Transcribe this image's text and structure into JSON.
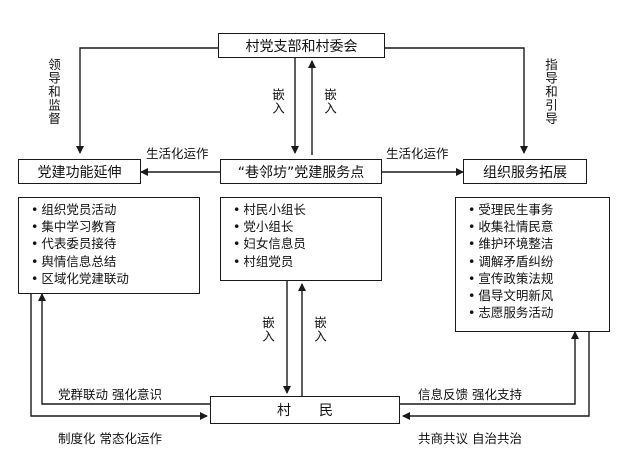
{
  "boxes": {
    "top": "村党支部和村委会",
    "left_title": "党建功能延伸",
    "center_title": "“巷邻坊”党建服务点",
    "right_title": "组织服务拓展",
    "bottom": "村　　民",
    "left_list": [
      "组织党员活动",
      "集中学习教育",
      "代表委员接待",
      "舆情信息总结",
      "区域化党建联动"
    ],
    "center_list": [
      "村民小组长",
      "党小组长",
      "妇女信息员",
      "村组党员"
    ],
    "right_list": [
      "受理民生事务",
      "收集社情民意",
      "维护环境整洁",
      "调解矛盾纠纷",
      "宣传政策法规",
      "倡导文明新风",
      "志愿服务活动"
    ]
  },
  "labels": {
    "lead_supervise": "领导和监督",
    "guide": "指导和引导",
    "embed": "嵌入",
    "life_left": "生活化运作",
    "life_right": "生活化运作",
    "party_mass": "党群联动  强化意识",
    "institution": "制度化  常态化运作",
    "feedback": "信息反馈  强化支持",
    "consult": "共商共议  自治共治"
  }
}
